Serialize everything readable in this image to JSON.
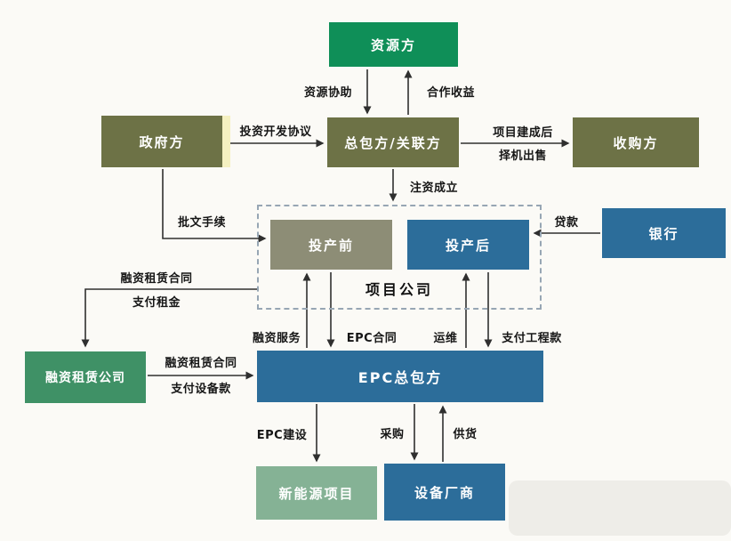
{
  "nodes": {
    "resource": "资源方",
    "government": "政府方",
    "contractor": "总包方/关联方",
    "acquirer": "收购方",
    "project_company": "项目公司",
    "pre_production": "投产前",
    "post_production": "投产后",
    "bank": "银行",
    "leasing": "融资租赁公司",
    "epc": "EPC总包方",
    "new_energy": "新能源项目",
    "equipment": "设备厂商"
  },
  "edges": {
    "resource_assist": "资源协助",
    "coop_income": "合作收益",
    "invest_dev_agreement": "投资开发协议",
    "after_completion": "项目建成后",
    "opportunistic_sale": "择机出售",
    "capital_injection": "注资成立",
    "approval_procedures": "批文手续",
    "loan": "贷款",
    "lease_contract_pc": "融资租赁合同",
    "pay_rent": "支付租金",
    "lease_contract_epc": "融资租赁合同",
    "pay_equipment": "支付设备款",
    "financing_service": "融资服务",
    "epc_contract": "EPC合同",
    "operation_maintenance": "运维",
    "pay_construction": "支付工程款",
    "epc_construction": "EPC建设",
    "procurement": "采购",
    "supply": "供货"
  },
  "colors": {
    "dark_green": "#0f8f58",
    "olive": "#6d7246",
    "taupe": "#8d8d76",
    "blue": "#2c6d9a",
    "green": "#3f9166",
    "sage": "#85b295",
    "arrow": "#2f2f2f"
  }
}
